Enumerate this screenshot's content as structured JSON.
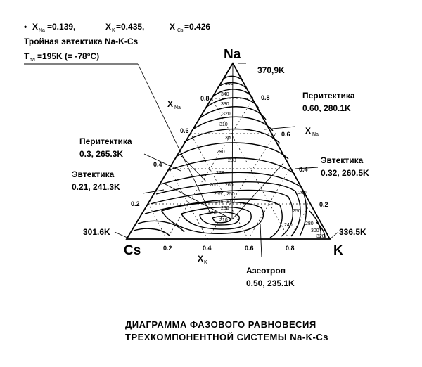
{
  "header": {
    "composition": "• Xₙa=0.139,  Xₖ=0.435,  Xᴄs =0.426",
    "composition_parts": {
      "bullet": "•",
      "x_na_label": "X",
      "x_na_sub": "Na",
      "x_na_val": "=0.139,",
      "x_k_label": "X",
      "x_k_sub": "K",
      "x_k_val": "=0.435,",
      "x_cs_label": "X",
      "x_cs_sub": "Cs",
      "x_cs_val": "=0.426"
    },
    "line2": "Тройная эвтектика  Na-K-Cs",
    "line3_label": "T",
    "line3_sub": "пл",
    "line3_val": "=195K (= -78°C)"
  },
  "vertices": {
    "na": "Na",
    "cs": "Cs",
    "k": "K"
  },
  "vertex_temps": {
    "na": "370,9K",
    "cs": "301.6K",
    "k": "336.5K"
  },
  "axis_labels": {
    "x_na_left": "X",
    "x_na_left_sub": "Na",
    "x_na_right": "X",
    "x_na_right_sub": "Na",
    "x_k": "X",
    "x_k_sub": "K"
  },
  "ticks": {
    "left": [
      "0.8",
      "0.6",
      "0.4",
      "0.2"
    ],
    "right": [
      "0.8",
      "0.6",
      "0.4",
      "0.2"
    ],
    "bottom": [
      "0.2",
      "0.4",
      "0.6",
      "0.8"
    ]
  },
  "annotations": {
    "peritectic_left_title": "Перитектика",
    "peritectic_left_value": "0.3, 265.3K",
    "eutectic_left_title": "Эвтектика",
    "eutectic_left_value": "0.21, 241.3K",
    "peritectic_right_title": "Перитектика",
    "peritectic_right_value": "0.60, 280.1K",
    "eutectic_right_title": "Эвтектика",
    "eutectic_right_value": "0.32, 260.5K",
    "azeotrope_title": "Азеотроп",
    "azeotrope_value": "0.50, 235.1K"
  },
  "isotherms": [
    "360",
    "340",
    "330",
    "320",
    "310",
    "300",
    "290",
    "280",
    "273",
    "265",
    "260",
    "255",
    "250",
    "245",
    "240",
    "230",
    "220",
    "210",
    "260",
    "250",
    "240",
    "280",
    "300",
    "320"
  ],
  "footer": {
    "line1": "ДИАГРАММА ФАЗОВОГО РАВНОВЕСИЯ",
    "line2": "ТРЕХКОМПОНЕНТНОЙ СИСТЕМЫ  Na-K-Cs"
  }
}
